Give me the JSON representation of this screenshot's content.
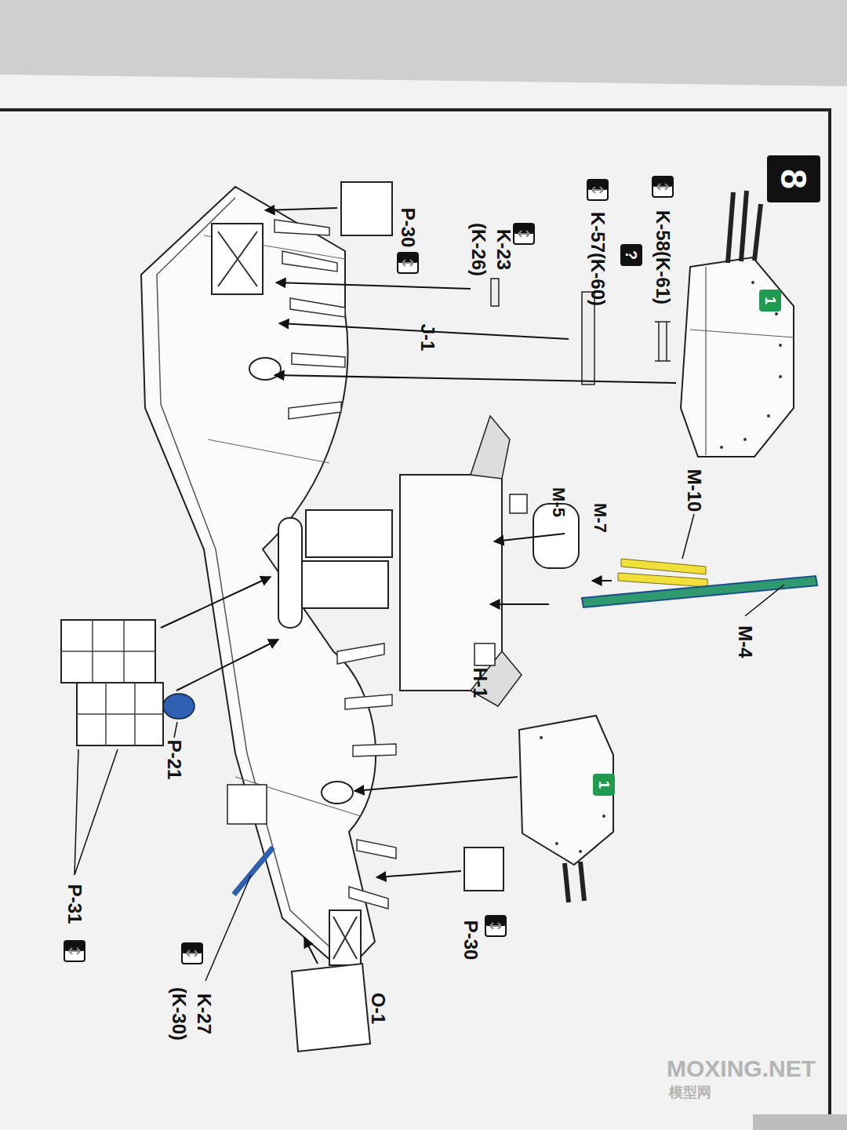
{
  "diagram": {
    "nodes": [
      {
        "text": [
          "8"
        ]
      },
      {
        "text": [
          "1"
        ]
      },
      {
        "text": [
          "?"
        ]
      },
      {
        "text": [
          "1"
        ]
      }
    ],
    "labels": [
      "K-58(K-61)",
      "K-57(K-60)",
      "K-23",
      "(K-26)",
      "P-30",
      "J-1",
      "M-10",
      "M-5",
      "M-7",
      "M-4",
      "H-1",
      "P-30",
      "P-21",
      "P-31",
      "K-27",
      "(K-30)",
      "O-1",
      "MOXING.NET",
      "模型网"
    ]
  }
}
